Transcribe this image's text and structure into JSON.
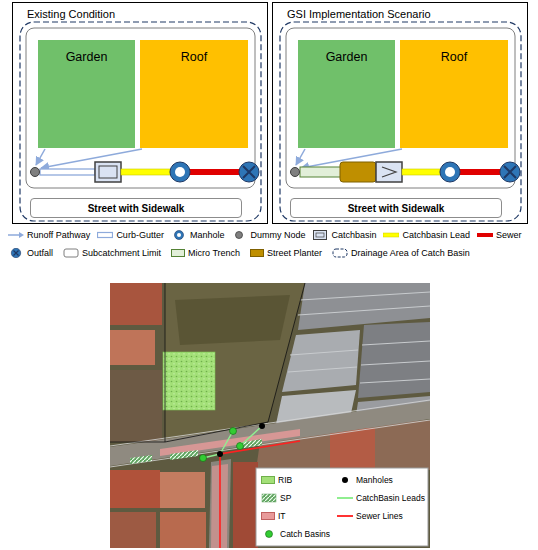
{
  "diagram": {
    "nodes": [
      {
        "text": [
          "Existing Condition"
        ]
      },
      {
        "text": [
          "Garden"
        ],
        "in": 0
      },
      {
        "text": [
          "Roof"
        ],
        "in": 0
      },
      {
        "text": [
          "Street with Sidewalk"
        ],
        "in": 0
      },
      {
        "text": [
          "GSI Implementation Scenario"
        ]
      },
      {
        "text": [
          "Garden"
        ],
        "in": 4
      },
      {
        "text": [
          "Roof"
        ],
        "in": 4
      },
      {
        "text": [
          "Street with Sidewalk"
        ],
        "in": 4
      }
    ],
    "legend": [
      {
        "text": "Runoff Pathway"
      },
      {
        "text": "Curb-Gutter"
      },
      {
        "text": "Manhole"
      },
      {
        "text": "Dummy Node"
      },
      {
        "text": "Catchbasin"
      },
      {
        "text": "Catchbasin Lead"
      },
      {
        "text": "Sewer"
      },
      {
        "text": "Outfall"
      },
      {
        "text": "Subcatchment Limit"
      },
      {
        "text": "Micro Trench",
        "color": "#e2efd9"
      },
      {
        "text": "Street Planter",
        "color": "#bf8f00"
      },
      {
        "text": "Drainage Area of Catch Basin"
      },
      {
        "text": "RIB",
        "color": "#a3e078"
      },
      {
        "text": "Manholes"
      },
      {
        "text": "SP"
      },
      {
        "text": "CatchBasin Leads"
      },
      {
        "text": "IT",
        "color": "#e89a9a"
      },
      {
        "text": "Sewer Lines"
      },
      {
        "text": "Catch Basins"
      }
    ]
  }
}
